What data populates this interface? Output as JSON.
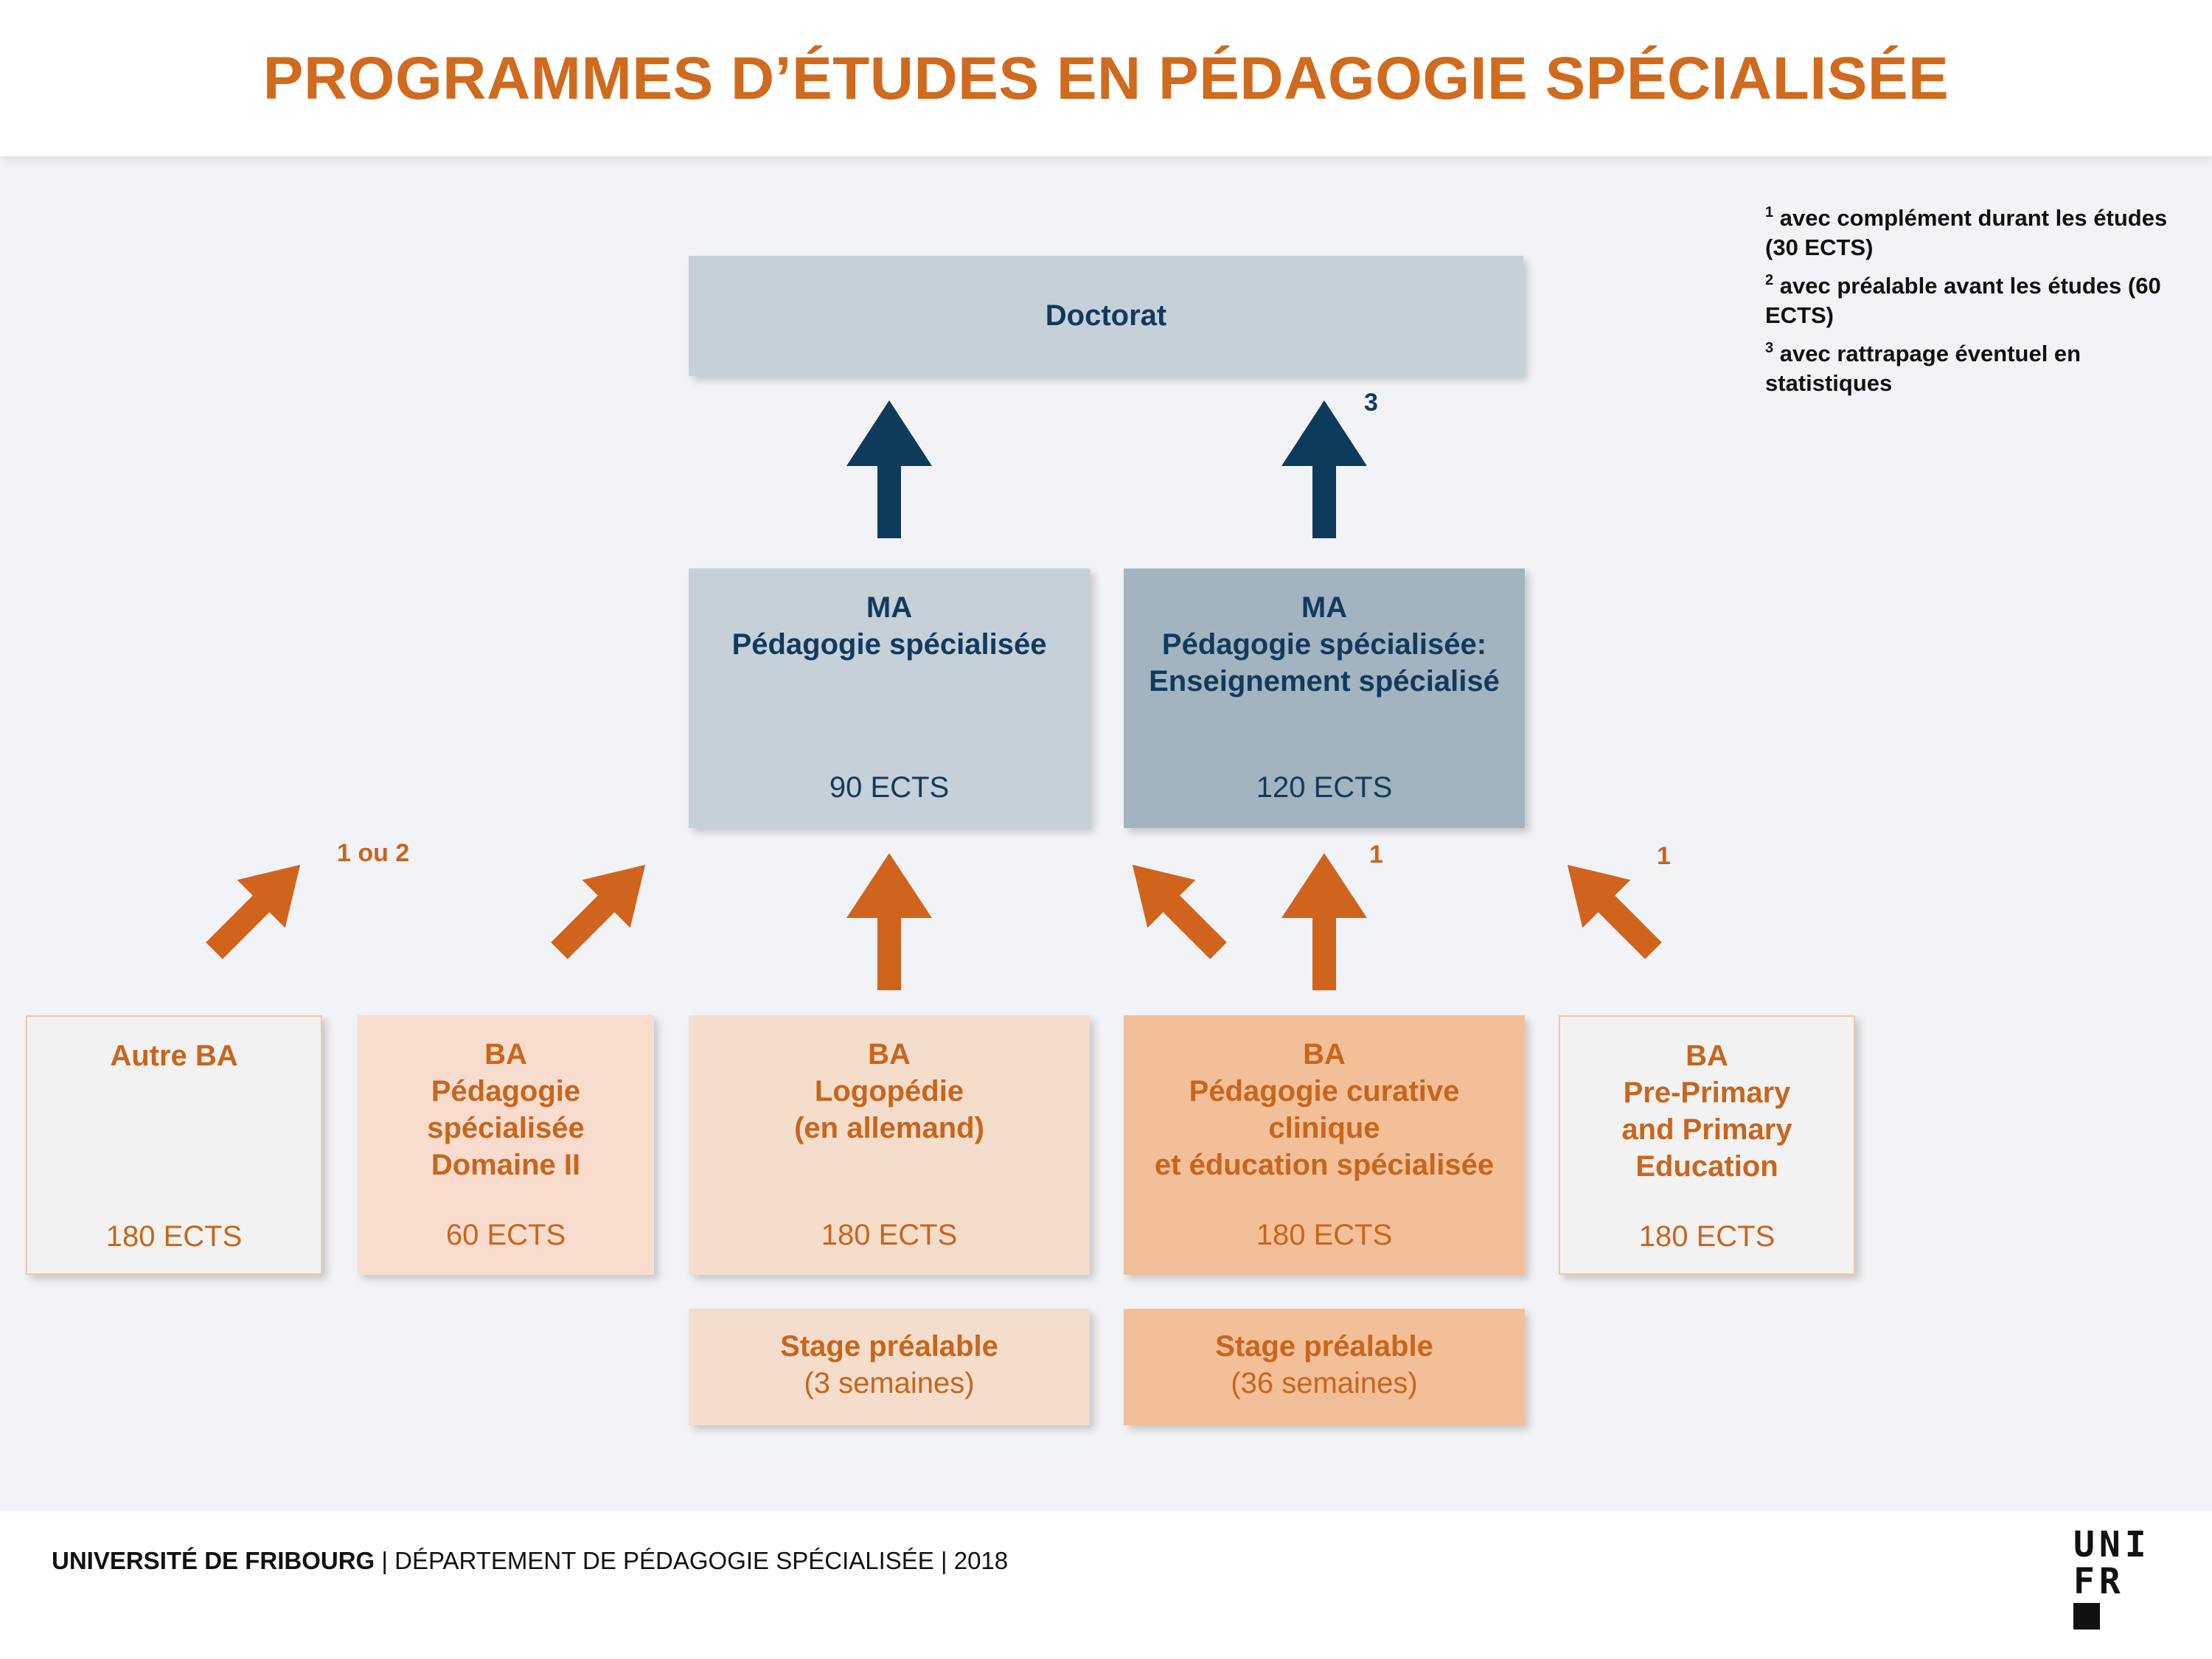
{
  "title": "PROGRAMMES D’ÉTUDES EN PÉDAGOGIE SPÉCIALISÉE",
  "footnotes": [
    {
      "num": "1",
      "text": "avec complément durant les études (30 ECTS)"
    },
    {
      "num": "2",
      "text": "avec préalable avant les études (60 ECTS)"
    },
    {
      "num": "3",
      "text": "avec rattrapage éventuel en statistiques"
    }
  ],
  "doctorat": {
    "label": "Doctorat"
  },
  "ma": [
    {
      "line1": "MA",
      "line2": "Pédagogie spécialisée",
      "line3": "",
      "ects": "90 ECTS"
    },
    {
      "line1": "MA",
      "line2": "Pédagogie spécialisée:",
      "line3": "Enseignement spécialisé",
      "ects": "120 ECTS"
    }
  ],
  "ba": [
    {
      "line1": "Autre BA",
      "line2": "",
      "line3": "",
      "line4": "",
      "ects": "180 ECTS"
    },
    {
      "line1": "BA",
      "line2": "Pédagogie",
      "line3": "spécialisée",
      "line4": "Domaine II",
      "ects": "60 ECTS"
    },
    {
      "line1": "BA",
      "line2": "Logopédie",
      "line3": "(en allemand)",
      "line4": "",
      "ects": "180 ECTS"
    },
    {
      "line1": "BA",
      "line2": "Pédagogie curative",
      "line3": "clinique",
      "line4": "et éducation spécialisée",
      "ects": "180 ECTS"
    },
    {
      "line1": "BA",
      "line2": "Pre-Primary",
      "line3": "and Primary",
      "line4": "Education",
      "ects": "180 ECTS"
    }
  ],
  "stages": [
    {
      "label": "Stage préalable",
      "duration": "(3 semaines)"
    },
    {
      "label": "Stage préalable",
      "duration": "(36 semaines)"
    }
  ],
  "arrow_tags": {
    "ma2_to_doctorat": "3",
    "autre_ba": "1 ou 2",
    "pcc_ba": "1",
    "primary_ba": "1"
  },
  "colors": {
    "orange_text": "#c9651c",
    "navy": "#123a5e",
    "arrow_orange": "#d0641c",
    "arrow_navy": "#0e3a5c"
  },
  "footer": {
    "university": "UNIVERSITÉ DE FRIBOURG",
    "department": " | DÉPARTEMENT DE PÉDAGOGIE SPÉCIALISÉE | 2018"
  },
  "logo": {
    "line1": "UNI",
    "line2": "FR"
  }
}
